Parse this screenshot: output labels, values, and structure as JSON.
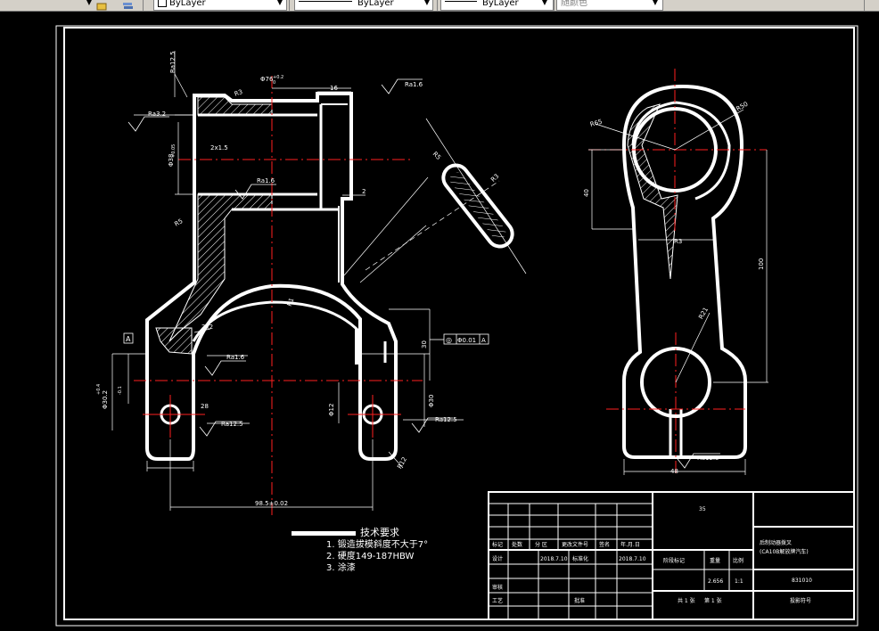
{
  "toolbar": {
    "layer_dropdown": "ByLayer",
    "linetype_dropdown": "ByLayer",
    "lineweight_dropdown": "ByLayer",
    "color_dropdown": "随颜色"
  },
  "front_view": {
    "dim_diameter_top": "Φ76",
    "dim_diameter_top_tol_upper": "+0.2",
    "dim_diameter_top_tol_lower": "0",
    "dim_16": "16",
    "dim_r3": "R3",
    "dim_2x1_5": "2x1.5",
    "dim_2": "2",
    "dim_r5_2": "R5",
    "dim_r12_5_top": "Ra12.5",
    "dim_ra3_2_left": "Ra3.2",
    "dim_ra1_6_top": "Ra1.6",
    "dim_ra1_6_mid": "Ra1.6",
    "dim_ra1_6_lower": "Ra1.6",
    "dim_ra12_5_left": "Ra12.5",
    "dim_ra12_5_right": "Ra12.5",
    "dim_phi_bore": "Φ38",
    "dim_phi_bore_tol": "+0.05",
    "dim_phi_hole_left": "Φ30.2",
    "dim_phi_hole_left_tol_upper": "+0.4",
    "dim_phi_hole_left_tol_lower": "-0.1",
    "dim_phi_hole_right": "Φ30",
    "dim_r1": "R1",
    "dim_2x2": "2x2",
    "dim_30": "30",
    "dim_phi_12": "Φ12",
    "dim_28": "28",
    "dim_bottom": "98.5±0.02",
    "datum_a": "A",
    "tol_frame_symbol": "◎",
    "tol_frame_value": "Φ0.01",
    "tol_frame_datum": "A",
    "dim_r12": "R12",
    "dim_section_r5": "R5",
    "dim_section_r3": "R3"
  },
  "side_view": {
    "dim_r65": "R65",
    "dim_r50": "R50",
    "dim_40": "40",
    "dim_100": "100",
    "dim_r21": "R21",
    "dim_48": "48",
    "dim_ra12_5": "Ra12.5",
    "dim_r_mid": "R3"
  },
  "tech_requirements": {
    "title": "技术要求",
    "items": [
      "1. 锻造拔模斜度不大于7°",
      "2. 硬度149-187HBW",
      "3. 涂漆"
    ]
  },
  "title_block": {
    "material": "35",
    "company_line1": "后制动器拨叉",
    "company_line2": "(CA10B解放牌汽车)",
    "drawing_no": "831010",
    "label_mark": "标记",
    "label_count": "处数",
    "label_zone": "分 区",
    "label_change_doc": "更改文件号",
    "label_sign": "签名",
    "label_date": "年.月.日",
    "label_design": "设计",
    "design_date": "2018.7.10",
    "label_standard": "标准化",
    "standard_date": "2018.7.10",
    "label_stage_mark": "阶段标记",
    "label_weight": "重量",
    "label_scale": "比例",
    "weight": "2.656",
    "scale": "1:1",
    "label_review": "审核",
    "label_process": "工艺",
    "label_approve": "批准",
    "sheets_total": "共 1 张",
    "sheet_no": "第 1 张",
    "label_code": "投影符号"
  }
}
